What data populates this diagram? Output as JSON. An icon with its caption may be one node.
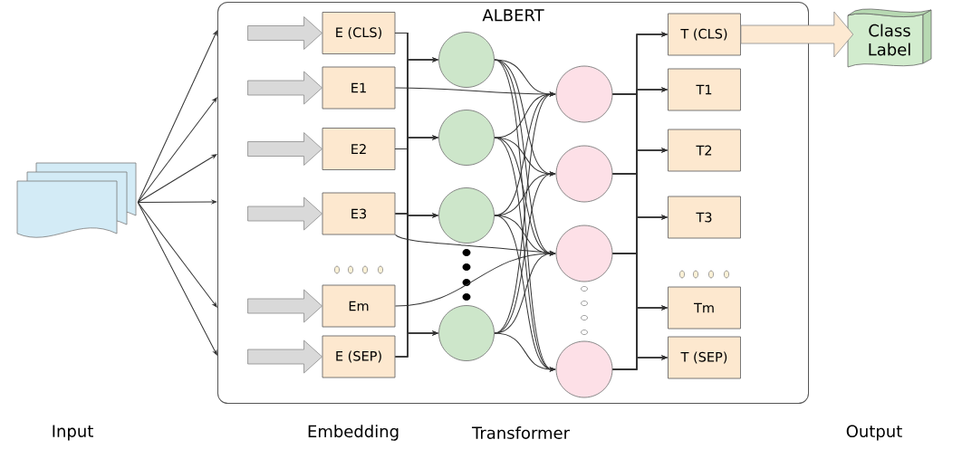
{
  "diagram": {
    "nodes": [
      {
        "text": [],
        "shape": "document"
      },
      {
        "text": [
          "ALBERT"
        ]
      },
      {
        "text": [
          "E (CLS)"
        ],
        "in": 1
      },
      {
        "text": [
          "E1"
        ],
        "in": 1
      },
      {
        "text": [
          "E2"
        ],
        "in": 1
      },
      {
        "text": [
          "E3"
        ],
        "in": 1
      },
      {
        "text": [
          "Em"
        ],
        "in": 1
      },
      {
        "text": [
          "E (SEP)"
        ],
        "in": 1
      },
      {
        "text": [],
        "shape": "circle",
        "in": 1
      },
      {
        "text": [],
        "shape": "circle",
        "in": 1
      },
      {
        "text": [],
        "shape": "circle",
        "in": 1
      },
      {
        "text": [],
        "shape": "circle",
        "in": 1
      },
      {
        "text": [],
        "shape": "circle",
        "in": 1
      },
      {
        "text": [],
        "shape": "circle",
        "in": 1
      },
      {
        "text": [],
        "shape": "circle",
        "in": 1
      },
      {
        "text": [],
        "shape": "circle",
        "in": 1
      },
      {
        "text": [
          "T (CLS)"
        ],
        "in": 1
      },
      {
        "text": [
          "T1"
        ],
        "in": 1
      },
      {
        "text": [
          "T2"
        ],
        "in": 1
      },
      {
        "text": [
          "T3"
        ],
        "in": 1
      },
      {
        "text": [
          "Tm"
        ],
        "in": 1
      },
      {
        "text": [
          "T (SEP)"
        ],
        "in": 1
      },
      {
        "text": [
          "Class Label"
        ]
      }
    ],
    "edges": [
      {
        "from": 0,
        "to": 1,
        "arrow": "to"
      },
      {
        "from": 0,
        "to": 1,
        "arrow": "to"
      },
      {
        "from": 0,
        "to": 1,
        "arrow": "to"
      },
      {
        "from": 0,
        "to": 1,
        "arrow": "to"
      },
      {
        "from": 0,
        "to": 1,
        "arrow": "to"
      },
      {
        "from": 0,
        "to": 1,
        "arrow": "to"
      },
      {
        "from": null,
        "to": 2,
        "arrow": "to",
        "style": "thick",
        "color": "#d9d9d9"
      },
      {
        "from": null,
        "to": 3,
        "arrow": "to",
        "style": "thick",
        "color": "#d9d9d9"
      },
      {
        "from": null,
        "to": 4,
        "arrow": "to",
        "style": "thick",
        "color": "#d9d9d9"
      },
      {
        "from": null,
        "to": 5,
        "arrow": "to",
        "style": "thick",
        "color": "#d9d9d9"
      },
      {
        "from": null,
        "to": 6,
        "arrow": "to",
        "style": "thick",
        "color": "#d9d9d9"
      },
      {
        "from": null,
        "to": 7,
        "arrow": "to",
        "style": "thick",
        "color": "#d9d9d9"
      },
      {
        "from": 2,
        "to": 8,
        "arrow": "to"
      },
      {
        "from": 2,
        "to": 9,
        "arrow": "to"
      },
      {
        "from": 2,
        "to": 10,
        "arrow": "to"
      },
      {
        "from": 2,
        "to": 11,
        "arrow": "to"
      },
      {
        "from": 4,
        "to": 8,
        "arrow": "to"
      },
      {
        "from": 4,
        "to": 9,
        "arrow": "to"
      },
      {
        "from": 4,
        "to": 10,
        "arrow": "to"
      },
      {
        "from": 4,
        "to": 11,
        "arrow": "to"
      },
      {
        "from": 5,
        "to": 8,
        "arrow": "to"
      },
      {
        "from": 5,
        "to": 9,
        "arrow": "to"
      },
      {
        "from": 5,
        "to": 10,
        "arrow": "to"
      },
      {
        "from": 5,
        "to": 11,
        "arrow": "to"
      },
      {
        "from": 7,
        "to": 8,
        "arrow": "to"
      },
      {
        "from": 7,
        "to": 9,
        "arrow": "to"
      },
      {
        "from": 7,
        "to": 10,
        "arrow": "to"
      },
      {
        "from": 7,
        "to": 11,
        "arrow": "to"
      },
      {
        "from": 3,
        "to": 12,
        "arrow": "to"
      },
      {
        "from": 6,
        "to": 14,
        "arrow": "to"
      },
      {
        "from": 5,
        "to": 14,
        "arrow": "to"
      },
      {
        "from": 8,
        "to": 12,
        "arrow": "to"
      },
      {
        "from": 8,
        "to": 13,
        "arrow": "to"
      },
      {
        "from": 8,
        "to": 14,
        "arrow": "to"
      },
      {
        "from": 8,
        "to": 15,
        "arrow": "to"
      },
      {
        "from": 9,
        "to": 12,
        "arrow": "to"
      },
      {
        "from": 9,
        "to": 13,
        "arrow": "to"
      },
      {
        "from": 9,
        "to": 14,
        "arrow": "to"
      },
      {
        "from": 9,
        "to": 15,
        "arrow": "to"
      },
      {
        "from": 10,
        "to": 12,
        "arrow": "to"
      },
      {
        "from": 10,
        "to": 13,
        "arrow": "to"
      },
      {
        "from": 10,
        "to": 14,
        "arrow": "to"
      },
      {
        "from": 10,
        "to": 15,
        "arrow": "to"
      },
      {
        "from": 11,
        "to": 12,
        "arrow": "to"
      },
      {
        "from": 11,
        "to": 13,
        "arrow": "to"
      },
      {
        "from": 11,
        "to": 14,
        "arrow": "to"
      },
      {
        "from": 11,
        "to": 15,
        "arrow": "to"
      },
      {
        "from": 12,
        "to": 16,
        "arrow": "to"
      },
      {
        "from": 12,
        "to": 17,
        "arrow": "to"
      },
      {
        "from": 12,
        "to": 18,
        "arrow": "to"
      },
      {
        "from": 12,
        "to": 19,
        "arrow": "to"
      },
      {
        "from": 12,
        "to": 20,
        "arrow": "to"
      },
      {
        "from": 12,
        "to": 21,
        "arrow": "to"
      },
      {
        "from": 13,
        "to": 16,
        "arrow": "to"
      },
      {
        "from": 13,
        "to": 17,
        "arrow": "to"
      },
      {
        "from": 13,
        "to": 18,
        "arrow": "to"
      },
      {
        "from": 13,
        "to": 19,
        "arrow": "to"
      },
      {
        "from": 13,
        "to": 20,
        "arrow": "to"
      },
      {
        "from": 13,
        "to": 21,
        "arrow": "to"
      },
      {
        "from": 14,
        "to": 16,
        "arrow": "to"
      },
      {
        "from": 14,
        "to": 17,
        "arrow": "to"
      },
      {
        "from": 14,
        "to": 18,
        "arrow": "to"
      },
      {
        "from": 14,
        "to": 19,
        "arrow": "to"
      },
      {
        "from": 14,
        "to": 20,
        "arrow": "to"
      },
      {
        "from": 14,
        "to": 21,
        "arrow": "to"
      },
      {
        "from": 15,
        "to": 16,
        "arrow": "to"
      },
      {
        "from": 15,
        "to": 17,
        "arrow": "to"
      },
      {
        "from": 15,
        "to": 18,
        "arrow": "to"
      },
      {
        "from": 15,
        "to": 19,
        "arrow": "to"
      },
      {
        "from": 15,
        "to": 20,
        "arrow": "to"
      },
      {
        "from": 15,
        "to": 21,
        "arrow": "to"
      },
      {
        "from": 16,
        "to": 22,
        "arrow": "to",
        "style": "thick",
        "color": "#fde9d2"
      }
    ],
    "labels": [
      "Input",
      "Embedding",
      "Transformer",
      "Output"
    ]
  }
}
